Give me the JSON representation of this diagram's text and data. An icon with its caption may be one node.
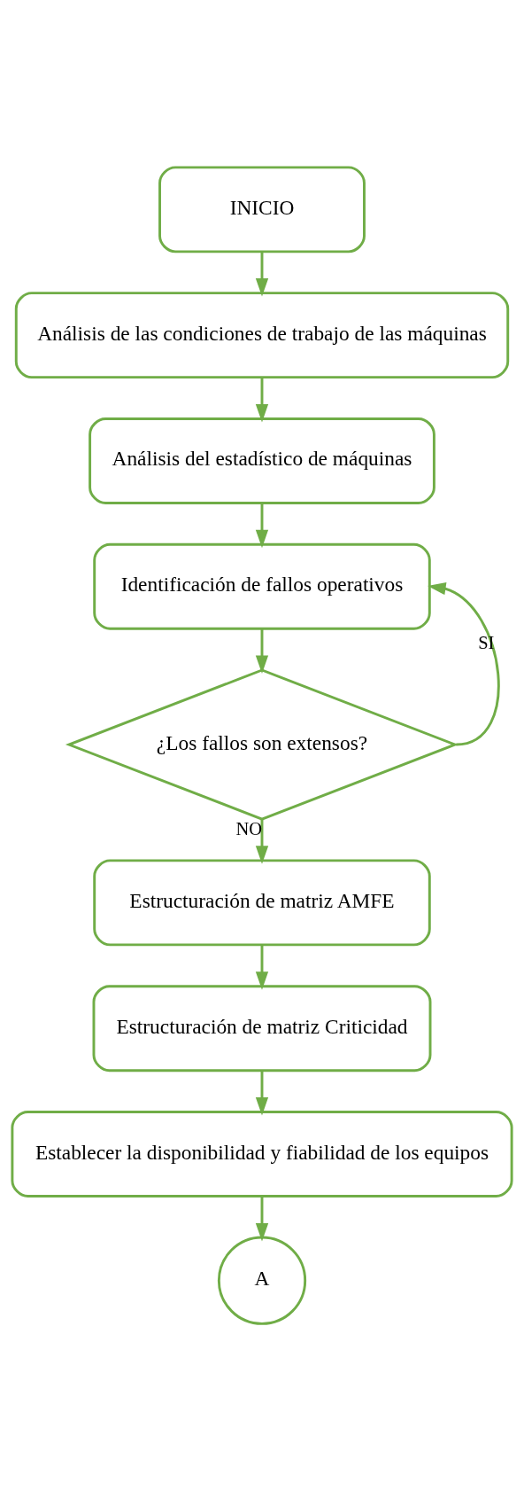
{
  "diagram": {
    "nodes": [
      {
        "text": [
          "INICIO"
        ]
      },
      {
        "text": [
          "Análisis de las condiciones de trabajo de las máquinas"
        ]
      },
      {
        "text": [
          "Análisis del estadístico de máquinas"
        ]
      },
      {
        "text": [
          "Identificación de fallos operativos"
        ]
      },
      {
        "text": [
          "¿Los fallos son extensos?"
        ]
      },
      {
        "text": [
          "Estructuración de matriz AMFE"
        ]
      },
      {
        "text": [
          "Estructuración de matriz Criticidad"
        ]
      },
      {
        "text": [
          "Establecer la disponibilidad y fiabilidad de los equipos"
        ]
      },
      {
        "text": [
          "A"
        ]
      }
    ],
    "edges": [
      {
        "from": 0,
        "to": 1,
        "arrow": "to"
      },
      {
        "from": 1,
        "to": 2,
        "arrow": "to"
      },
      {
        "from": 2,
        "to": 3,
        "arrow": "to"
      },
      {
        "from": 3,
        "to": 4,
        "arrow": "to"
      },
      {
        "from": 4,
        "to": 5,
        "arrow": "to",
        "label": "NO"
      },
      {
        "from": 5,
        "to": 6,
        "arrow": "to"
      },
      {
        "from": 6,
        "to": 7,
        "arrow": "to"
      },
      {
        "from": 7,
        "to": 8,
        "arrow": "to"
      },
      {
        "from": 4,
        "to": 3,
        "arrow": "to",
        "label": "SI"
      }
    ]
  }
}
